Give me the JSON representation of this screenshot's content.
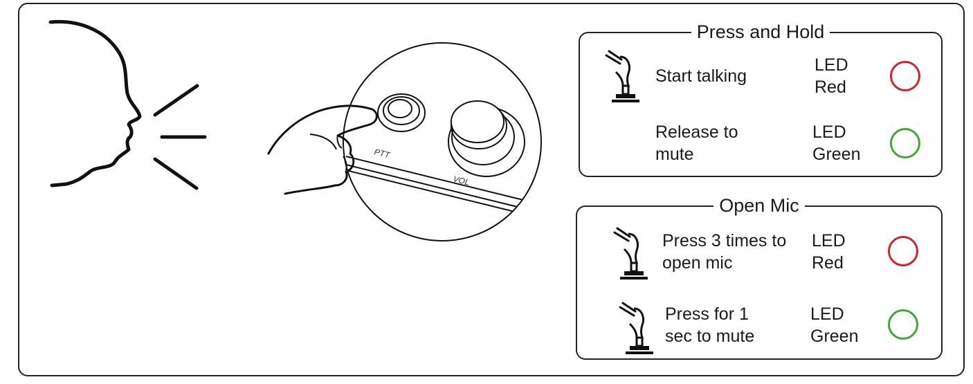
{
  "press_and_hold": {
    "title": "Press and Hold",
    "rows": [
      {
        "instruction": "Start talking",
        "led_label": "LED\nRed",
        "led_color": "#d32030",
        "icon": "finger-press-icon"
      },
      {
        "instruction": "Release to\nmute",
        "led_label": "LED\nGreen",
        "led_color": "#3aaa35"
      }
    ]
  },
  "open_mic": {
    "title": "Open Mic",
    "rows": [
      {
        "instruction": "Press 3 times to\nopen mic",
        "led_label": "LED\nRed",
        "led_color": "#d32030",
        "icon": "finger-press-icon"
      },
      {
        "instruction": "Press for 1\nsec to mute",
        "led_label": "LED\nGreen",
        "led_color": "#3aaa35",
        "icon": "finger-press-icon"
      }
    ]
  },
  "device": {
    "ptt_label": "PTT",
    "vol_label": "VOL"
  }
}
